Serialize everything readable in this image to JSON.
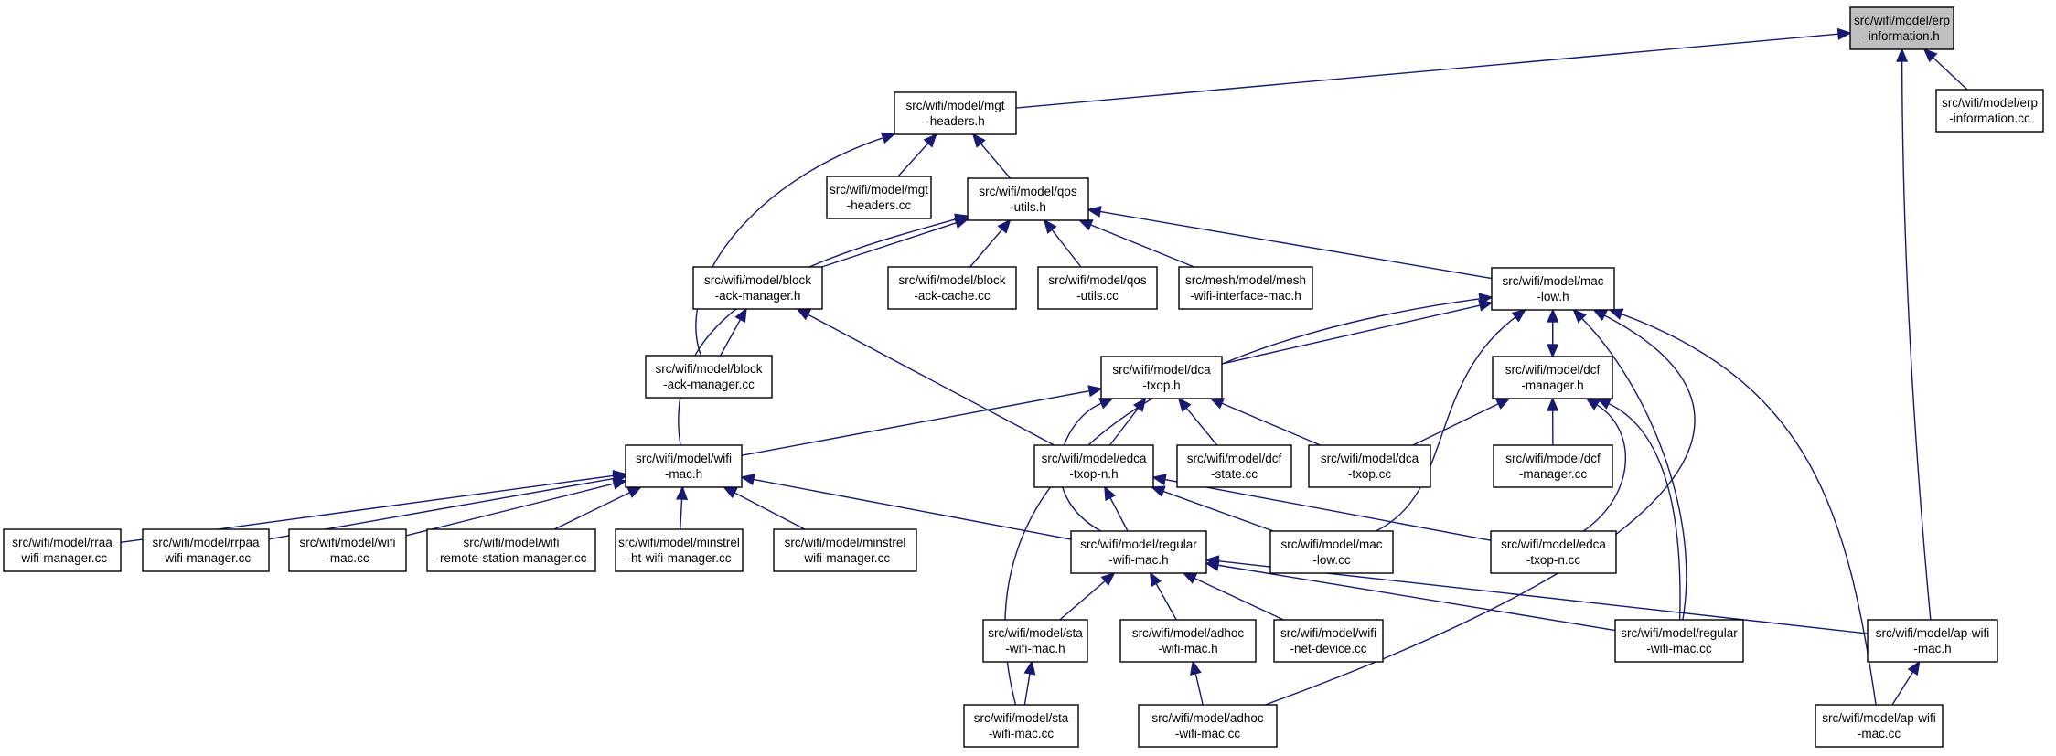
{
  "colors": {
    "edge": "#191970",
    "root_fill": "#bfbfbf",
    "node_fill": "#ffffff",
    "node_stroke": "#000000"
  },
  "nodes": [
    {
      "id": "erp_h",
      "line1": "src/wifi/model/erp",
      "line2": "-information.h",
      "root": true
    },
    {
      "id": "erp_cc",
      "line1": "src/wifi/model/erp",
      "line2": "-information.cc"
    },
    {
      "id": "mgt_h",
      "line1": "src/wifi/model/mgt",
      "line2": "-headers.h"
    },
    {
      "id": "mgt_cc",
      "line1": "src/wifi/model/mgt",
      "line2": "-headers.cc"
    },
    {
      "id": "qos_h",
      "line1": "src/wifi/model/qos",
      "line2": "-utils.h"
    },
    {
      "id": "bam_h",
      "line1": "src/wifi/model/block",
      "line2": "-ack-manager.h"
    },
    {
      "id": "bac_cc",
      "line1": "src/wifi/model/block",
      "line2": "-ack-cache.cc"
    },
    {
      "id": "qos_cc",
      "line1": "src/wifi/model/qos",
      "line2": "-utils.cc"
    },
    {
      "id": "mesh_h",
      "line1": "src/mesh/model/mesh",
      "line2": "-wifi-interface-mac.h"
    },
    {
      "id": "maclow_h",
      "line1": "src/wifi/model/mac",
      "line2": "-low.h"
    },
    {
      "id": "bam_cc",
      "line1": "src/wifi/model/block",
      "line2": "-ack-manager.cc"
    },
    {
      "id": "dca_h",
      "line1": "src/wifi/model/dca",
      "line2": "-txop.h"
    },
    {
      "id": "dcfm_h",
      "line1": "src/wifi/model/dcf",
      "line2": "-manager.h"
    },
    {
      "id": "wifimac_h",
      "line1": "src/wifi/model/wifi",
      "line2": "-mac.h"
    },
    {
      "id": "edca_h",
      "line1": "src/wifi/model/edca",
      "line2": "-txop-n.h"
    },
    {
      "id": "dcfs_cc",
      "line1": "src/wifi/model/dcf",
      "line2": "-state.cc"
    },
    {
      "id": "dca_cc",
      "line1": "src/wifi/model/dca",
      "line2": "-txop.cc"
    },
    {
      "id": "dcfm_cc",
      "line1": "src/wifi/model/dcf",
      "line2": "-manager.cc"
    },
    {
      "id": "rraa_cc",
      "line1": "src/wifi/model/rraa",
      "line2": "-wifi-manager.cc"
    },
    {
      "id": "rrpaa_cc",
      "line1": "src/wifi/model/rrpaa",
      "line2": "-wifi-manager.cc"
    },
    {
      "id": "wifimac_cc",
      "line1": "src/wifi/model/wifi",
      "line2": "-mac.cc"
    },
    {
      "id": "rsm_cc",
      "line1": "src/wifi/model/wifi",
      "line2": "-remote-station-manager.cc"
    },
    {
      "id": "minht_cc",
      "line1": "src/wifi/model/minstrel",
      "line2": "-ht-wifi-manager.cc"
    },
    {
      "id": "min_cc",
      "line1": "src/wifi/model/minstrel",
      "line2": "-wifi-manager.cc"
    },
    {
      "id": "reg_h",
      "line1": "src/wifi/model/regular",
      "line2": "-wifi-mac.h"
    },
    {
      "id": "maclow_cc",
      "line1": "src/wifi/model/mac",
      "line2": "-low.cc"
    },
    {
      "id": "edca_cc",
      "line1": "src/wifi/model/edca",
      "line2": "-txop-n.cc"
    },
    {
      "id": "sta_h",
      "line1": "src/wifi/model/sta",
      "line2": "-wifi-mac.h"
    },
    {
      "id": "adhoc_h",
      "line1": "src/wifi/model/adhoc",
      "line2": "-wifi-mac.h"
    },
    {
      "id": "netdev_cc",
      "line1": "src/wifi/model/wifi",
      "line2": "-net-device.cc"
    },
    {
      "id": "reg_cc",
      "line1": "src/wifi/model/regular",
      "line2": "-wifi-mac.cc"
    },
    {
      "id": "ap_h",
      "line1": "src/wifi/model/ap-wifi",
      "line2": "-mac.h"
    },
    {
      "id": "sta_cc",
      "line1": "src/wifi/model/sta",
      "line2": "-wifi-mac.cc"
    },
    {
      "id": "adhoc_cc",
      "line1": "src/wifi/model/adhoc",
      "line2": "-wifi-mac.cc"
    },
    {
      "id": "ap_cc",
      "line1": "src/wifi/model/ap-wifi",
      "line2": "-mac.cc"
    }
  ],
  "edges": [
    {
      "from": "mgt_h",
      "to": "erp_h"
    },
    {
      "from": "erp_cc",
      "to": "erp_h"
    },
    {
      "from": "ap_h",
      "to": "erp_h"
    },
    {
      "from": "mgt_cc",
      "to": "mgt_h"
    },
    {
      "from": "qos_h",
      "to": "mgt_h"
    },
    {
      "from": "bam_cc",
      "to": "mgt_h"
    },
    {
      "from": "bam_h",
      "to": "qos_h"
    },
    {
      "from": "bac_cc",
      "to": "qos_h"
    },
    {
      "from": "qos_cc",
      "to": "qos_h"
    },
    {
      "from": "mesh_h",
      "to": "qos_h"
    },
    {
      "from": "maclow_h",
      "to": "qos_h"
    },
    {
      "from": "wifimac_h",
      "to": "qos_h"
    },
    {
      "from": "bam_cc",
      "to": "bam_h"
    },
    {
      "from": "edca_h",
      "to": "bam_h"
    },
    {
      "from": "dca_h",
      "to": "maclow_h"
    },
    {
      "from": "dcfm_h",
      "to": "maclow_h"
    },
    {
      "from": "maclow_h",
      "to": "dcfm_h"
    },
    {
      "from": "sta_cc",
      "to": "maclow_h"
    },
    {
      "from": "maclow_cc",
      "to": "maclow_h"
    },
    {
      "from": "reg_cc",
      "to": "maclow_h"
    },
    {
      "from": "adhoc_cc",
      "to": "maclow_h"
    },
    {
      "from": "ap_cc",
      "to": "maclow_h"
    },
    {
      "from": "wifimac_h",
      "to": "dca_h"
    },
    {
      "from": "edca_h",
      "to": "dca_h"
    },
    {
      "from": "dcfs_cc",
      "to": "dca_h"
    },
    {
      "from": "dca_cc",
      "to": "dca_h"
    },
    {
      "from": "reg_h",
      "to": "dca_h"
    },
    {
      "from": "dca_cc",
      "to": "dcfm_h"
    },
    {
      "from": "dcfm_cc",
      "to": "dcfm_h"
    },
    {
      "from": "edca_cc",
      "to": "dcfm_h"
    },
    {
      "from": "reg_cc",
      "to": "dcfm_h"
    },
    {
      "from": "rraa_cc",
      "to": "wifimac_h"
    },
    {
      "from": "rrpaa_cc",
      "to": "wifimac_h"
    },
    {
      "from": "wifimac_cc",
      "to": "wifimac_h"
    },
    {
      "from": "rsm_cc",
      "to": "wifimac_h"
    },
    {
      "from": "minht_cc",
      "to": "wifimac_h"
    },
    {
      "from": "min_cc",
      "to": "wifimac_h"
    },
    {
      "from": "reg_h",
      "to": "wifimac_h"
    },
    {
      "from": "reg_h",
      "to": "edca_h"
    },
    {
      "from": "maclow_cc",
      "to": "edca_h"
    },
    {
      "from": "edca_cc",
      "to": "edca_h"
    },
    {
      "from": "sta_h",
      "to": "reg_h"
    },
    {
      "from": "adhoc_h",
      "to": "reg_h"
    },
    {
      "from": "netdev_cc",
      "to": "reg_h"
    },
    {
      "from": "reg_cc",
      "to": "reg_h"
    },
    {
      "from": "ap_h",
      "to": "reg_h"
    },
    {
      "from": "sta_cc",
      "to": "sta_h"
    },
    {
      "from": "adhoc_cc",
      "to": "adhoc_h"
    },
    {
      "from": "ap_cc",
      "to": "ap_h"
    }
  ]
}
